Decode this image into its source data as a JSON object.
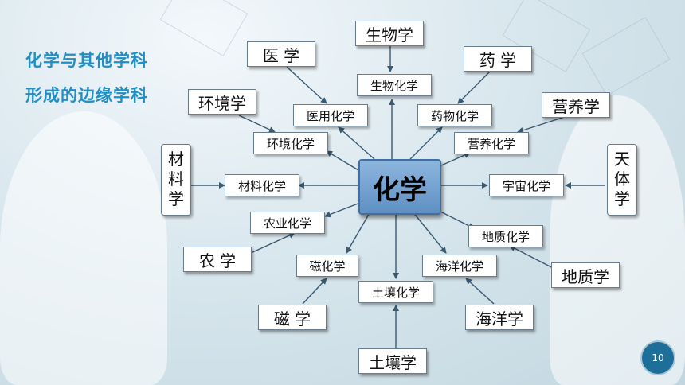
{
  "title_lines": [
    "化学与其他学科",
    "形成的边缘学科"
  ],
  "center": "化学",
  "sources": {
    "biology": "生物学",
    "medicine": "医 学",
    "pharmacy": "药 学",
    "environment": "环境学",
    "nutrition": "营养学",
    "materials": "材\n料\n学",
    "astronomy": "天\n体\n学",
    "agriculture": "农 学",
    "geology": "地质学",
    "magnetism": "磁 学",
    "oceanography": "海洋学",
    "soil": "土壤学"
  },
  "derived": {
    "biochem": "生物化学",
    "medchem": "医用化学",
    "pharmchem": "药物化学",
    "envchem": "环境化学",
    "nutrichem": "营养化学",
    "matchem": "材料化学",
    "cosmochem": "宇宙化学",
    "agrichem": "农业化学",
    "geochem": "地质化学",
    "magchem": "磁化学",
    "marinechem": "海洋化学",
    "soilchem": "土壤化学"
  },
  "page_number": "10",
  "colors": {
    "title": "#1f8fc4",
    "center_fill": "#6f9fd0",
    "arrow": "#3a5a72"
  }
}
